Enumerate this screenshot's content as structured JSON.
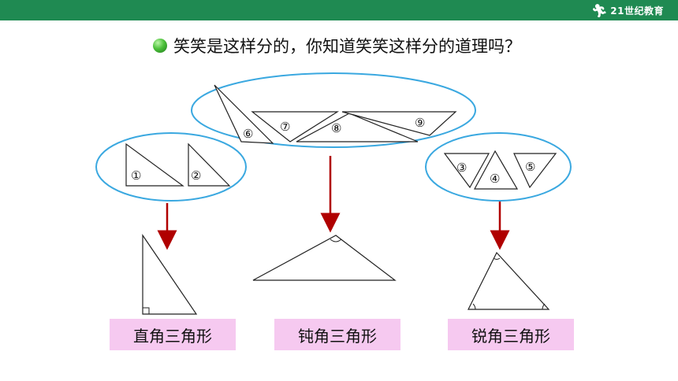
{
  "header": {
    "logo_text": "21世纪教育",
    "logo_icon": "runner-icon",
    "bar_color": "#1f8a52"
  },
  "question": {
    "text": "笑笑是这样分的，你知道笑笑这样分的道理吗？",
    "bullet_color": "#4cc13a"
  },
  "groups": {
    "ellipse_color": "#3aa8e0",
    "arrow_color": "#b00000",
    "left": {
      "numbers": [
        "①",
        "②"
      ]
    },
    "middle": {
      "numbers": [
        "⑥",
        "⑦",
        "⑧",
        "⑨"
      ]
    },
    "right": {
      "numbers": [
        "③",
        "④",
        "⑤"
      ]
    }
  },
  "labels": {
    "right_triangle": "直角三角形",
    "obtuse_triangle": "钝角三角形",
    "acute_triangle": "锐角三角形",
    "box_color": "#f6c9f0"
  }
}
